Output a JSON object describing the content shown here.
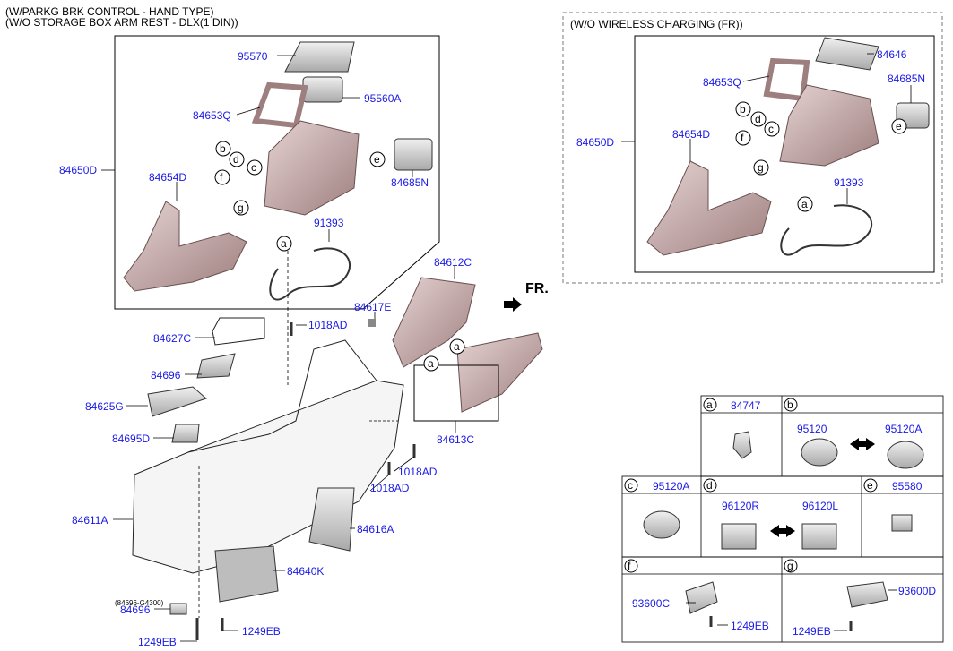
{
  "header": {
    "title_line1": "(W/PARKG BRK CONTROL - HAND TYPE)",
    "title_line2": "(W/O STORAGE BOX ARM REST - DLX(1 DIN))"
  },
  "inset": {
    "title": "(W/O WIRELESS CHARGING (FR))"
  },
  "direction": "FR.",
  "main_labels": {
    "p95570": "95570",
    "p95560A": "95560A",
    "p84653Q": "84653Q",
    "p84650D": "84650D",
    "p84654D": "84654D",
    "p84685N": "84685N",
    "p91393": "91393",
    "p84612C": "84612C",
    "p84617E": "84617E",
    "p1018AD_a": "1018AD",
    "p84627C": "84627C",
    "p84696_a": "84696",
    "p84625G": "84625G",
    "p84613C": "84613C",
    "p84695D": "84695D",
    "p1018AD_b": "1018AD",
    "p1018AD_c": "1018AD",
    "p84611A": "84611A",
    "p84616A": "84616A",
    "p84640K": "84640K",
    "ref_note": "(84696-G4300)",
    "p84696_b": "84696",
    "p1249EB_a": "1249EB",
    "p1249EB_b": "1249EB"
  },
  "inset_labels": {
    "p84646": "84646",
    "p84653Q": "84653Q",
    "p84685N": "84685N",
    "p84650D": "84650D",
    "p84654D": "84654D",
    "p91393": "91393"
  },
  "callouts": [
    "a",
    "b",
    "c",
    "d",
    "e",
    "f",
    "g"
  ],
  "legend": {
    "a": {
      "letter": "a",
      "part": "84747"
    },
    "b": {
      "letter": "b",
      "parts": [
        "95120",
        "95120A"
      ]
    },
    "c": {
      "letter": "c",
      "part": "95120A"
    },
    "d": {
      "letter": "d",
      "parts": [
        "96120R",
        "96120L"
      ]
    },
    "e": {
      "letter": "e",
      "part": "95580"
    },
    "f": {
      "letter": "f",
      "part": "93600C",
      "screw": "1249EB"
    },
    "g": {
      "letter": "g",
      "part": "93600D",
      "screw": "1249EB"
    }
  },
  "colors": {
    "label": "#1a1ae6",
    "line": "#000000",
    "part_fill": "#c9a9a9",
    "part_dark": "#8a6b6b"
  }
}
